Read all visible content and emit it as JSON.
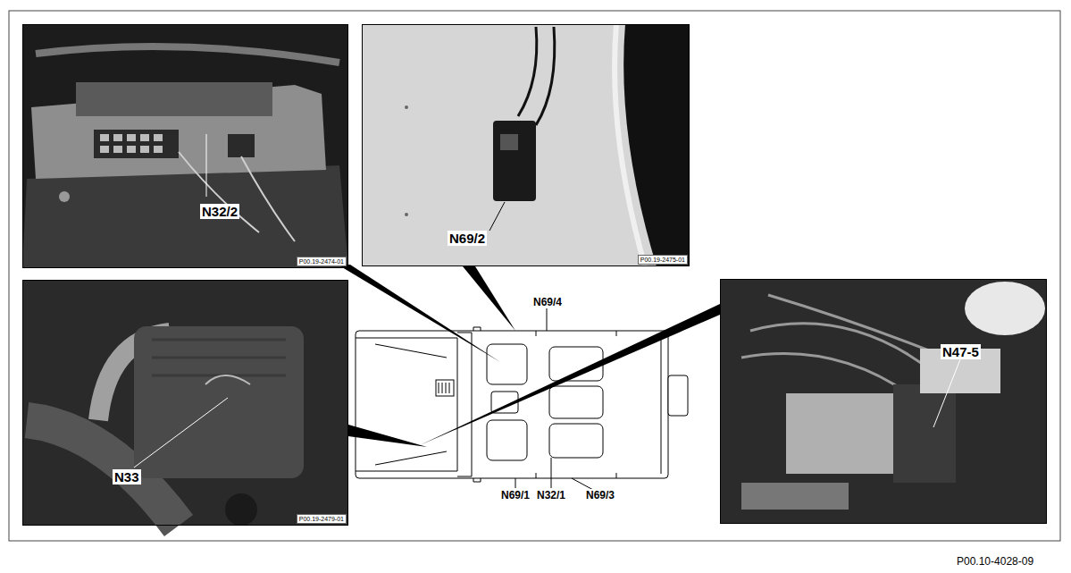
{
  "diagram": {
    "nodes": [
      {
        "text": [
          "N32/2",
          "P00.19-2474-01"
        ]
      },
      {
        "text": [
          "N69/2",
          "P00.19-2475-01"
        ]
      },
      {
        "text": [
          "N33",
          "P00.19-2479-01"
        ]
      },
      {
        "text": [
          "N47-5"
        ]
      }
    ],
    "labels": [
      "N69/4",
      "N69/1",
      "N32/1",
      "N69/3",
      "P00.10-4028-09"
    ]
  }
}
